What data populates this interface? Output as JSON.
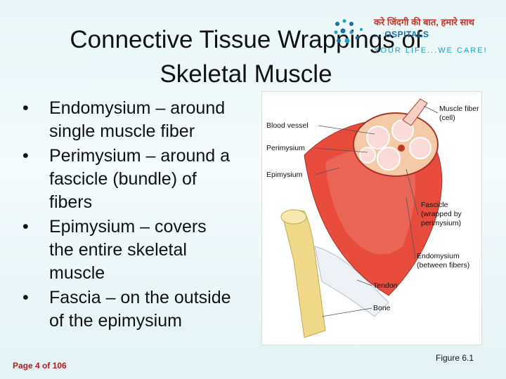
{
  "slide": {
    "title_line1": "Connective Tissue Wrappings of",
    "title_line2": "Skeletal Muscle",
    "bullets": [
      {
        "line1": "Endomysium – around",
        "line2": "single muscle fiber"
      },
      {
        "line1": "Perimysium – around a",
        "line2": "fascicle (bundle) of",
        "line3": "fibers"
      },
      {
        "line1": "Epimysium – covers",
        "line2": "the entire skeletal",
        "line3": "muscle"
      },
      {
        "line1": "Fascia – on the outside",
        "line2": "of the epimysium"
      }
    ],
    "bullet_glyph": "•"
  },
  "logo": {
    "line1": "करे जिंदगी की बात, हमारे साथ",
    "line2": "... OSPITALS",
    "line3": "YOUR LIFE...WE CARE!",
    "accent": "#1b6fa6",
    "accent2": "#c0392b"
  },
  "figure": {
    "labels": {
      "blood_vessel": "Blood vessel",
      "perimysium": "Perimysium",
      "epimysium": "Epimysium",
      "muscle_fiber": "Muscle fiber (cell)",
      "fascicle": "Fascicle (wrapped by perimysium)",
      "endomysium": "Endomysium (between fibers)",
      "tendon": "Tendon",
      "bone": "Bone"
    },
    "caption": "Figure 6.1"
  },
  "footer": {
    "page": "Page 4 of 106"
  }
}
